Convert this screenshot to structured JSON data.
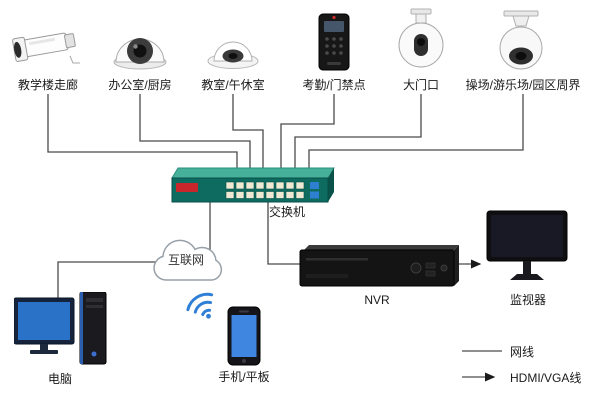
{
  "diagram": {
    "title_implicit": "",
    "devices": [
      {
        "id": "bullet-camera",
        "label": "教学楼走廊"
      },
      {
        "id": "turret-camera",
        "label": "办公室/厨房"
      },
      {
        "id": "mini-dome-camera",
        "label": "教室/午休室"
      },
      {
        "id": "access-control",
        "label": "考勤/门禁点"
      },
      {
        "id": "ptz-camera",
        "label": "大门口"
      },
      {
        "id": "speed-dome-camera",
        "label": "操场/游乐场/园区周界"
      }
    ],
    "switch_label": "交换机",
    "cloud_label": "互联网",
    "computer_label": "电脑",
    "mobile_label": "手机/平板",
    "nvr_label": "NVR",
    "monitor_label": "监视器",
    "legend": [
      {
        "type": "line",
        "label": "网线"
      },
      {
        "type": "arrow",
        "label": "HDMI/VGA线"
      }
    ],
    "colors": {
      "switch_top": "#46b09a",
      "switch_front": "#0d6b60",
      "screen_blue": "#2a72c8",
      "wifi_blue": "#2f7fd6",
      "wire": "#4a4a4a"
    }
  }
}
